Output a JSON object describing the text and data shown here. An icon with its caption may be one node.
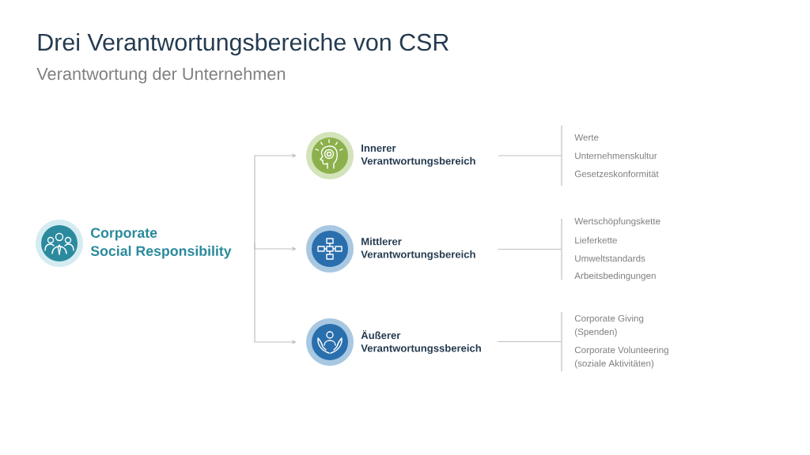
{
  "diagram": {
    "title": "Drei Verantwortungsbereiche von CSR",
    "nodes": [
      {
        "text": [
          "Corporate Social Responsibility"
        ]
      },
      {
        "text": [
          "Innerer Verantwortungsbereich"
        ]
      },
      {
        "text": [
          "Mittlerer Verantwortungsbereich"
        ]
      },
      {
        "text": [
          "Äußerer Verantwortungssbereich"
        ]
      },
      {
        "text": [
          "Werte",
          "Unternehmenskultur",
          "Gesetzeskonformität"
        ]
      },
      {
        "text": [
          "Wertschöpfungskette",
          "Lieferkette",
          "Umweltstandards",
          "Arbeitsbedingungen"
        ]
      },
      {
        "text": [
          "Corporate Giving (Spenden)",
          "Corporate Volunteering (soziale Aktivitäten)"
        ]
      }
    ],
    "edges": [
      {
        "from": 0,
        "to": 1,
        "arrow": "to"
      },
      {
        "from": 0,
        "to": 2,
        "arrow": "to"
      },
      {
        "from": 0,
        "to": 3,
        "arrow": "to"
      },
      {
        "from": 1,
        "to": 4,
        "arrow": "none"
      },
      {
        "from": 2,
        "to": 5,
        "arrow": "none"
      },
      {
        "from": 3,
        "to": 6,
        "arrow": "none"
      }
    ],
    "labels": [
      "Verantwortung der Unternehmen"
    ]
  }
}
